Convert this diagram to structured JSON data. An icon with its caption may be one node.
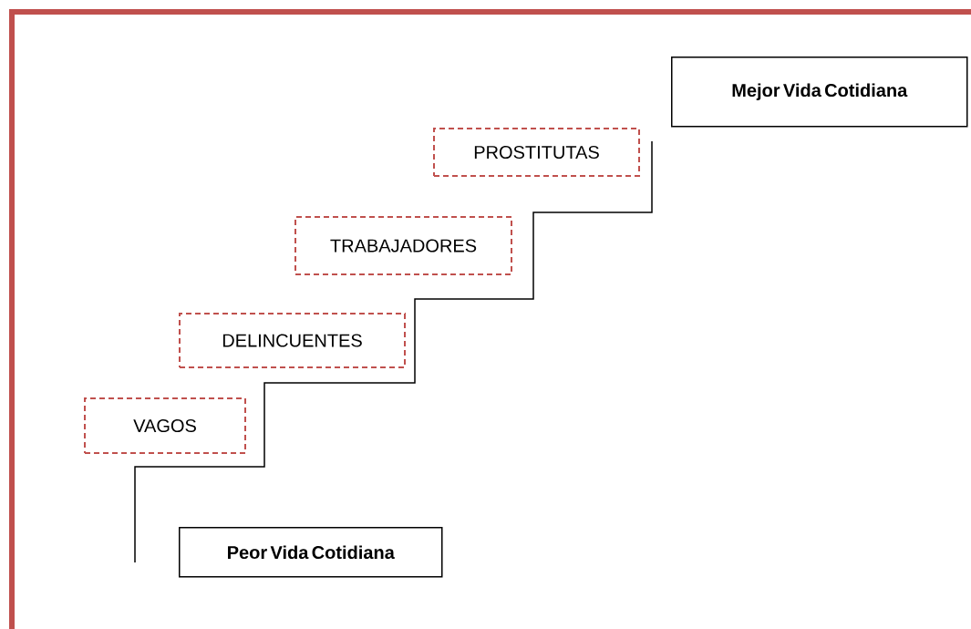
{
  "diagram": {
    "nodes": [
      {
        "text": [
          "Mejor Vida Cotidiana"
        ]
      },
      {
        "text": [
          "PROSTITUTAS"
        ]
      },
      {
        "text": [
          "TRABAJADORES"
        ]
      },
      {
        "text": [
          "DELINCUENTES"
        ]
      },
      {
        "text": [
          "VAGOS"
        ]
      },
      {
        "text": [
          "Peor Vida Cotidiana"
        ]
      }
    ]
  }
}
